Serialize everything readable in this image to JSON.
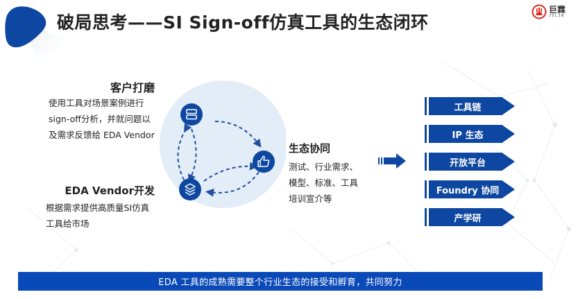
{
  "slide": {
    "title": "破局思考——SI Sign-off仿真工具的生态闭环",
    "logo": {
      "cn": "巨霖",
      "en": "JULIN",
      "icon": "julin-logo-icon"
    }
  },
  "left_blocks": {
    "customer": {
      "title": "客户打磨",
      "lines": [
        "使用工具对场景案例进行",
        "sign-off分析，并就问题以",
        "及需求反馈给 EDA Vendor"
      ]
    },
    "vendor": {
      "title": "EDA Vendor开发",
      "lines": [
        "根据需求提供高质量SI仿真",
        "工具给市场"
      ]
    }
  },
  "cycle": {
    "nodes": [
      {
        "name": "customer-node",
        "icon": "server-icon"
      },
      {
        "name": "ecosystem-node",
        "icon": "thumbs-up-icon"
      },
      {
        "name": "vendor-node",
        "icon": "layers-icon"
      }
    ],
    "colors": {
      "circle_bg": "#e3edf8",
      "node": "#0d47a1",
      "dash": "#1f4f9e"
    }
  },
  "ecosystem": {
    "title": "生态协同",
    "lines": [
      "测试、行业需求、",
      "模型、标准、工具",
      "培训宣介等"
    ]
  },
  "arrow": {
    "icon": "right-arrow-icon",
    "color": "#0d47a1"
  },
  "chevrons": [
    {
      "label": "工具链"
    },
    {
      "label": "IP 生态"
    },
    {
      "label": "开放平台"
    },
    {
      "label": "Foundry 协同"
    },
    {
      "label": "产学研"
    }
  ],
  "footer": {
    "text": "EDA 工具的成熟需要整个行业生态的接受和孵育，共同努力"
  },
  "colors": {
    "accent": "#0d47a1",
    "footer_bg": "#0a49b8",
    "logo_red": "#d9261c"
  }
}
